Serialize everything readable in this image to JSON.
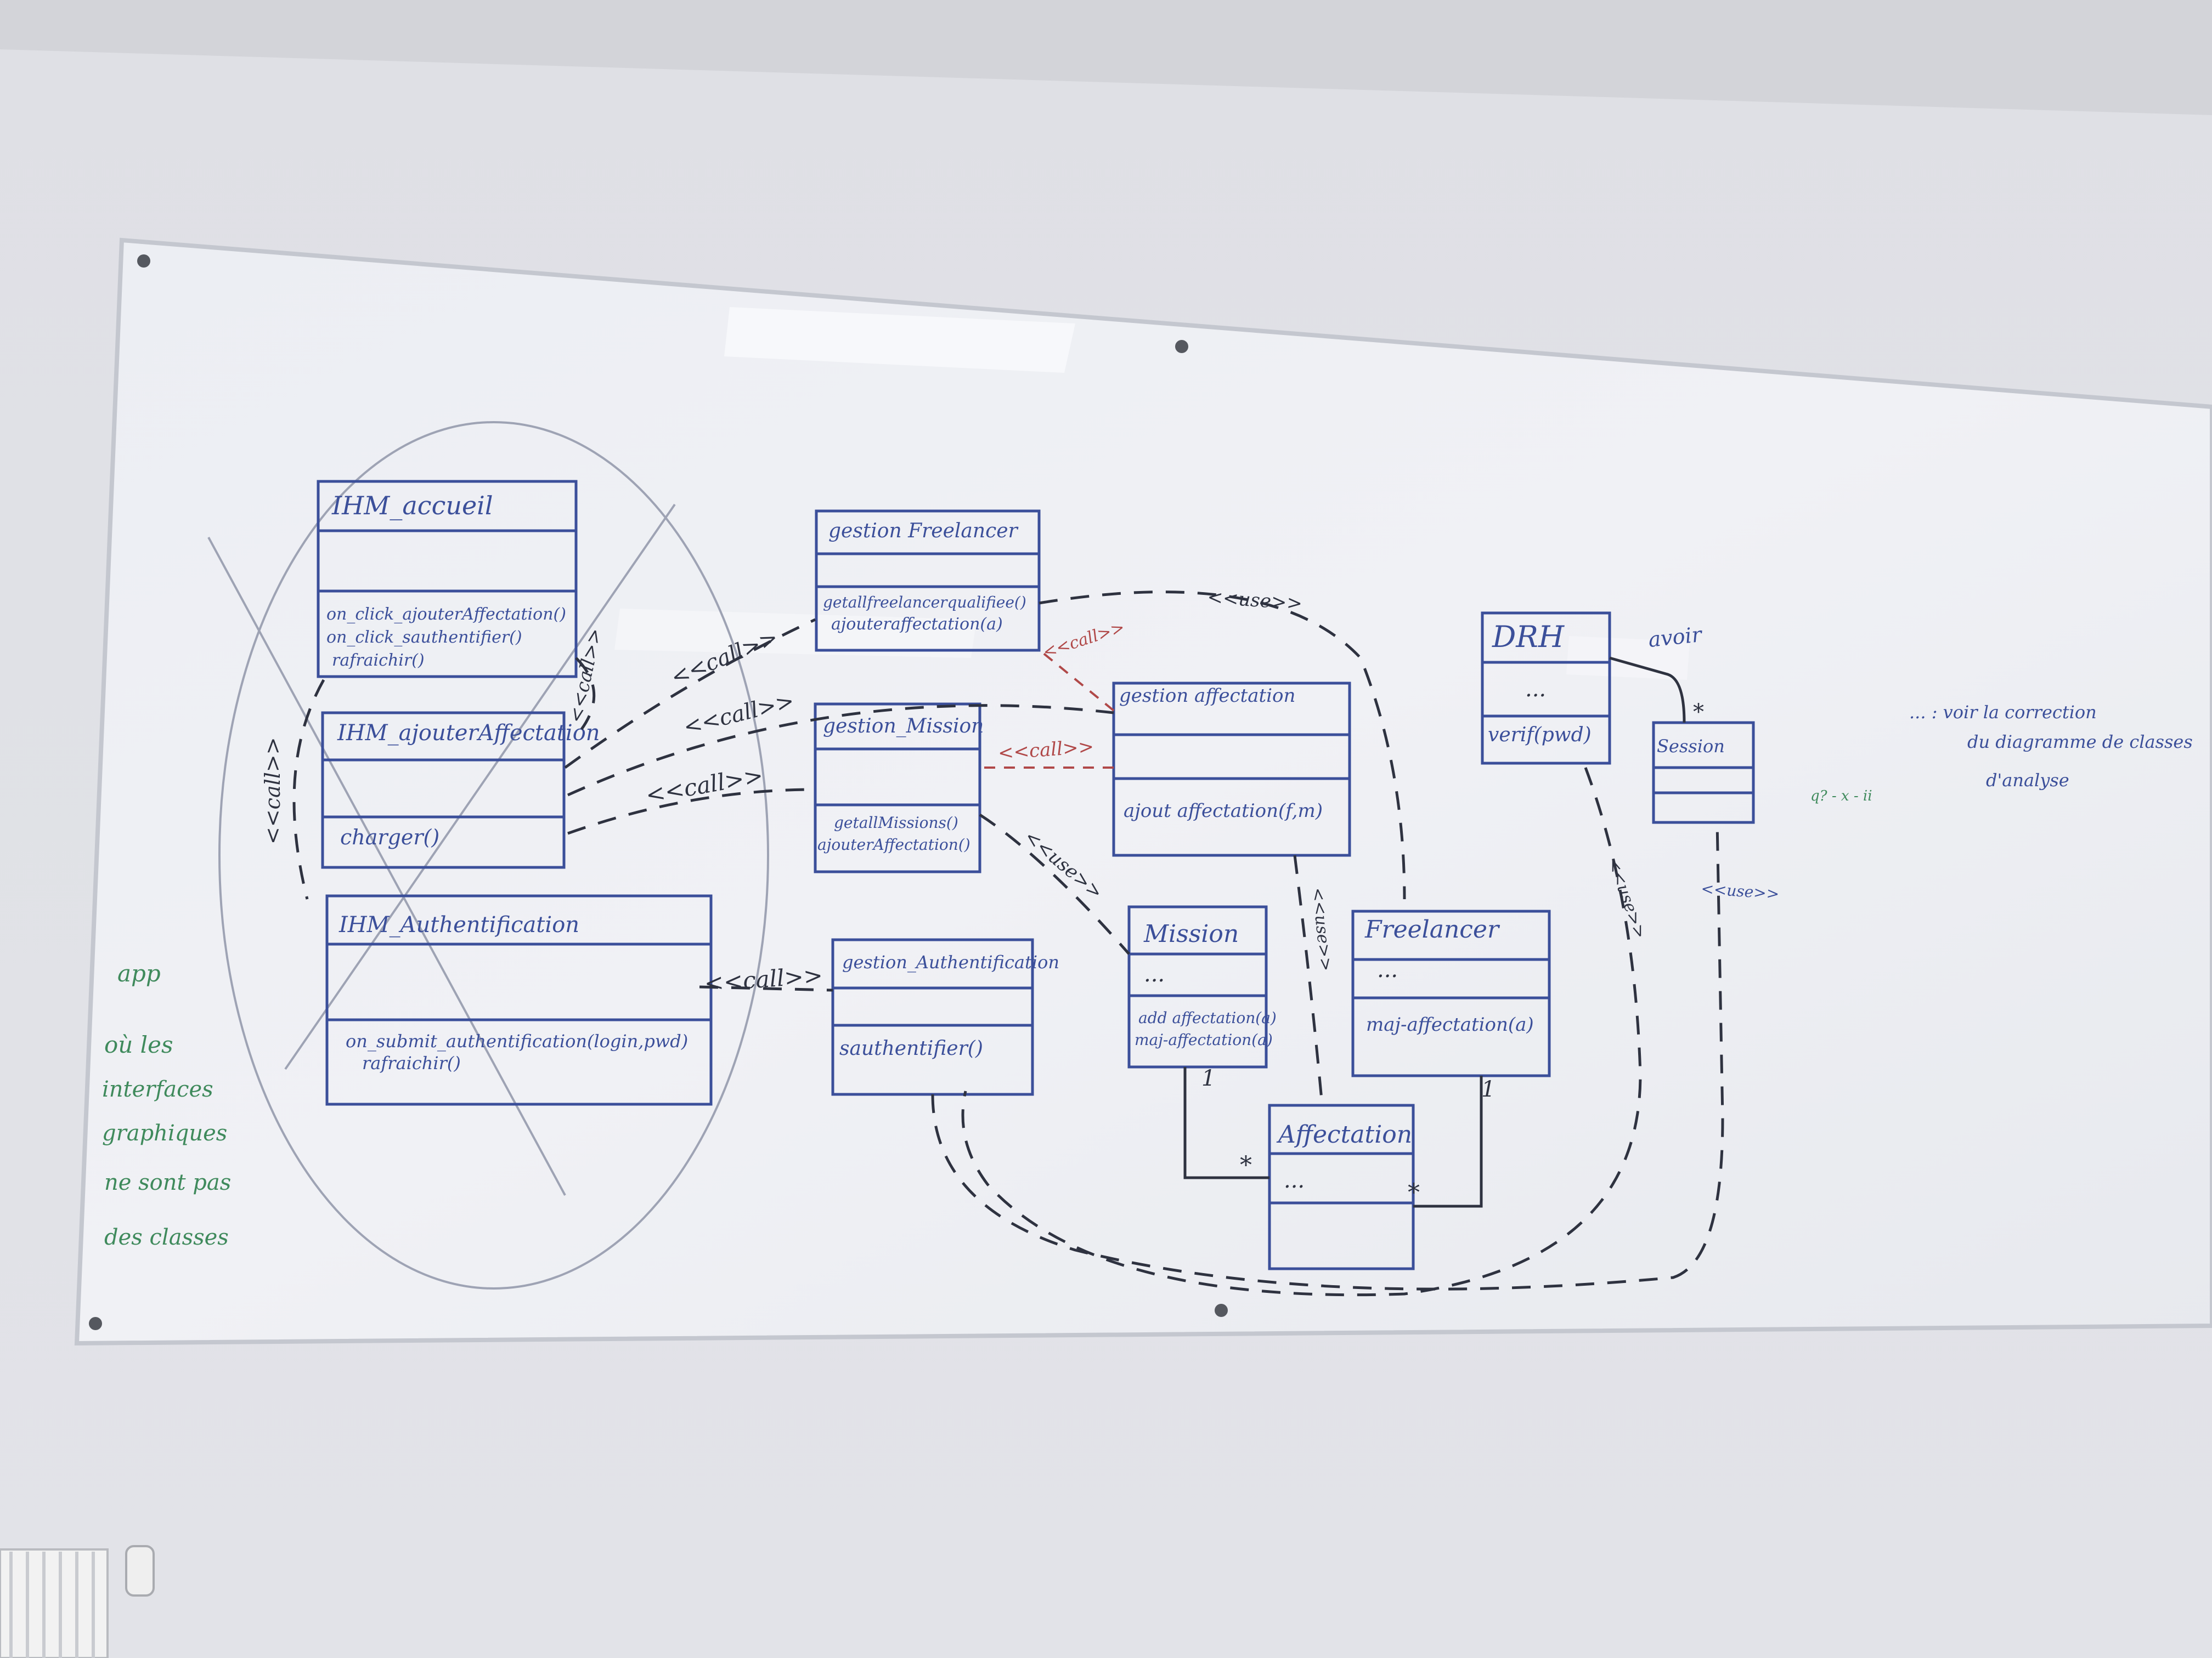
{
  "classes": {
    "ihm_accueil": {
      "name": "IHM_accueil",
      "methods": [
        "on_click_ajouterAffectation()",
        "on_click_sauthentifier()",
        "rafraichir()"
      ]
    },
    "ihm_ajouter_affectation": {
      "name": "IHM_ajouterAffectation",
      "methods": [
        "charger()"
      ]
    },
    "ihm_authentification": {
      "name": "IHM_Authentification",
      "methods": [
        "on_submit_authentification(login,pwd)",
        "rafraichir()"
      ]
    },
    "gestion_freelancer": {
      "name": "gestion Freelancer",
      "methods": [
        "getallfreelancerqualifiee()",
        "ajouteraffectation(a)"
      ]
    },
    "gestion_mission": {
      "name": "gestion_Mission",
      "methods": [
        "getallMissions()",
        "ajouterAffectation()"
      ]
    },
    "gestion_authentification": {
      "name": "gestion_Authentification",
      "methods": [
        "sauthentifier()"
      ]
    },
    "gestion_affectation": {
      "name": "gestion affectation",
      "methods": [
        "ajout affectation(f,m)"
      ]
    },
    "mission": {
      "name": "Mission",
      "attributes": "...",
      "methods": [
        "add affectation(a)",
        "maj-affectation(a)"
      ]
    },
    "freelancer": {
      "name": "Freelancer",
      "attributes": "...",
      "methods": [
        "maj-affectation(a)"
      ]
    },
    "affectation": {
      "name": "Affectation",
      "attributes": "..."
    },
    "drh": {
      "name": "DRH",
      "attributes": "...",
      "methods": [
        "verif(pwd)"
      ]
    },
    "session": {
      "name": "Session"
    }
  },
  "stereotypes": {
    "call": "<<call>>",
    "use": "<<use>>"
  },
  "multiplicities": {
    "one": "1",
    "many": "*"
  },
  "association": {
    "avoir": "avoir"
  },
  "notes": {
    "right_note": [
      "... : voir la correction",
      "du diagramme de classes",
      "d'analyse"
    ],
    "right_small": "q? - x - ii",
    "left_note": [
      "app",
      "où les",
      "interfaces",
      "graphiques",
      "ne sont pas",
      "des classes"
    ]
  }
}
